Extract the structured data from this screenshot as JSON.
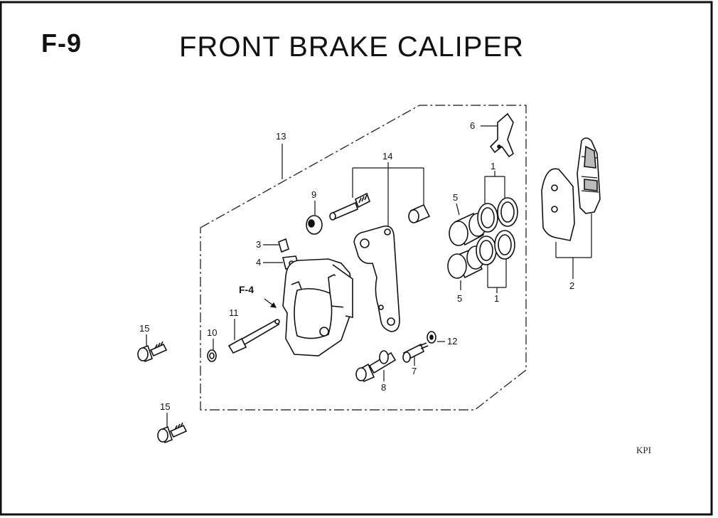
{
  "header": {
    "section_code": "F-9",
    "title": "FRONT BRAKE CALIPER"
  },
  "callouts": {
    "c1_top": "1",
    "c1_bottom": "1",
    "c2": "2",
    "c3": "3",
    "c4": "4",
    "c5_top": "5",
    "c5_bottom": "5",
    "c6": "6",
    "c7": "7",
    "c8": "8",
    "c9": "9",
    "c10": "10",
    "c11": "11",
    "c12": "12",
    "c13": "13",
    "c14": "14",
    "c15_upper": "15",
    "c15_lower": "15",
    "ref_f4": "F-4"
  },
  "footer": {
    "code": "KPI"
  }
}
